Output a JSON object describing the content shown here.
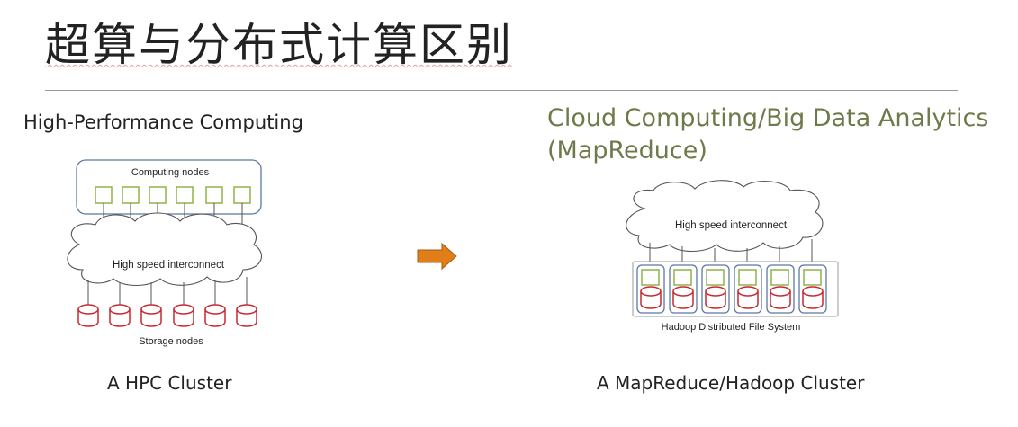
{
  "title": "超算与分布式计算区别",
  "left": {
    "heading": "High-Performance Computing",
    "computing_label": "Computing nodes",
    "interconnect_label": "High speed interconnect",
    "storage_label": "Storage nodes",
    "caption": "A HPC Cluster"
  },
  "right": {
    "heading_line1": "Cloud Computing/Big Data Analytics",
    "heading_line2": "(MapReduce)",
    "interconnect_label": "High speed interconnect",
    "hdfs_label": "Hadoop Distributed File System",
    "caption": "A MapReduce/Hadoop Cluster"
  },
  "colors": {
    "green_node": "#8fb34a",
    "red_disk": "#c8282f",
    "blue_box": "#5b78a3",
    "arrow": "#e07e1a",
    "heading_right": "#6f7a4a"
  }
}
